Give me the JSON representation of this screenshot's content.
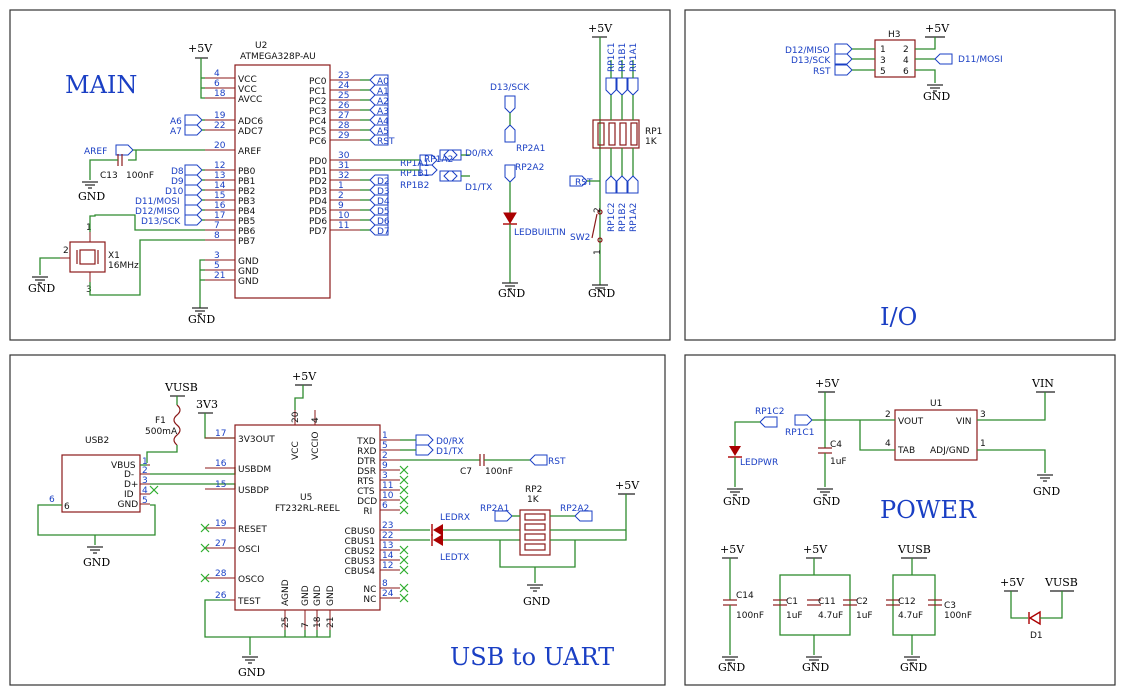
{
  "blocks": {
    "main": "MAIN",
    "io": "I/O",
    "usb": "USB to UART",
    "power": "POWER"
  },
  "u2": {
    "ref": "U2",
    "part": "ATMEGA328P-AU",
    "left_pins": [
      {
        "num": "4",
        "name": "VCC"
      },
      {
        "num": "6",
        "name": "VCC"
      },
      {
        "num": "18",
        "name": "AVCC"
      },
      {
        "num": "19",
        "name": "ADC6"
      },
      {
        "num": "22",
        "name": "ADC7"
      },
      {
        "num": "20",
        "name": "AREF"
      },
      {
        "num": "12",
        "name": "PB0"
      },
      {
        "num": "13",
        "name": "PB1"
      },
      {
        "num": "14",
        "name": "PB2"
      },
      {
        "num": "15",
        "name": "PB3"
      },
      {
        "num": "16",
        "name": "PB4"
      },
      {
        "num": "17",
        "name": "PB5"
      },
      {
        "num": "7",
        "name": "PB6"
      },
      {
        "num": "8",
        "name": "PB7"
      },
      {
        "num": "3",
        "name": "GND"
      },
      {
        "num": "5",
        "name": "GND"
      },
      {
        "num": "21",
        "name": "GND"
      }
    ],
    "right_pins": [
      {
        "num": "23",
        "name": "PC0",
        "net": "A0"
      },
      {
        "num": "24",
        "name": "PC1",
        "net": "A1"
      },
      {
        "num": "25",
        "name": "PC2",
        "net": "A2"
      },
      {
        "num": "26",
        "name": "PC3",
        "net": "A3"
      },
      {
        "num": "27",
        "name": "PC4",
        "net": "A4"
      },
      {
        "num": "28",
        "name": "PC5",
        "net": "A5"
      },
      {
        "num": "29",
        "name": "PC6",
        "net": "RST"
      },
      {
        "num": "30",
        "name": "PD0",
        "net": "RP1A1"
      },
      {
        "num": "31",
        "name": "PD1",
        "net": "RP1B1"
      },
      {
        "num": "32",
        "name": "PD2",
        "net": "D2"
      },
      {
        "num": "1",
        "name": "PD3",
        "net": "D3"
      },
      {
        "num": "2",
        "name": "PD4",
        "net": "D4"
      },
      {
        "num": "9",
        "name": "PD5",
        "net": "D5"
      },
      {
        "num": "10",
        "name": "PD6",
        "net": "D6"
      },
      {
        "num": "11",
        "name": "PD7",
        "net": "D7"
      }
    ],
    "left_nets": [
      "A6",
      "A7",
      "AREF",
      "D8",
      "D9",
      "D10",
      "D11/MOSI",
      "D12/MISO",
      "D13/SCK"
    ]
  },
  "main_misc": {
    "plus5v": "+5V",
    "gnd": "GND",
    "c13": "C13",
    "c13_val": "100nF",
    "x1": "X1",
    "x1_val": "16MHz",
    "rp1a2": "RP1A2",
    "rp1b2": "RP1B2",
    "d0rx": "D0/RX",
    "d1tx": "D1/TX",
    "d13sck": "D13/SCK",
    "rp2a1": "RP2A1",
    "rp2a2": "RP2A2",
    "ledbuiltin": "LEDBUILTIN",
    "rst": "RST",
    "sw2": "SW2",
    "rp1": "RP1",
    "rp1_val": "1K",
    "rp1_top": [
      "RP1C1",
      "RP1B1",
      "RP1A1"
    ],
    "rp1_bot": [
      "RP1C2",
      "RP1B2",
      "RP1A2"
    ]
  },
  "io": {
    "h3": "H3",
    "plus5v": "+5V",
    "gnd": "GND",
    "left_nets": [
      "D12/MISO",
      "D13/SCK",
      "RST"
    ],
    "right_net": "D11/MOSI",
    "pins_left": [
      "1",
      "3",
      "5"
    ],
    "pins_right": [
      "2",
      "4",
      "6"
    ]
  },
  "usb": {
    "vusb": "VUSB",
    "f1": "F1",
    "f1_val": "500mA",
    "v3v3": "3V3",
    "plus5v": "+5V",
    "gnd": "GND",
    "usb2": "USB2",
    "usb2_pins": [
      {
        "num": "1",
        "name": "VBUS"
      },
      {
        "num": "2",
        "name": "D-"
      },
      {
        "num": "3",
        "name": "D+"
      },
      {
        "num": "4",
        "name": "ID"
      },
      {
        "num": "5",
        "name": "GND"
      }
    ],
    "u5": "U5",
    "u5_part": "FT232RL-REEL",
    "u5_left": [
      {
        "num": "17",
        "name": "3V3OUT"
      },
      {
        "num": "16",
        "name": "USBDM"
      },
      {
        "num": "15",
        "name": "USBDP"
      },
      {
        "num": "19",
        "name": "RESET"
      },
      {
        "num": "27",
        "name": "OSCI"
      },
      {
        "num": "28",
        "name": "OSCO"
      },
      {
        "num": "26",
        "name": "TEST"
      }
    ],
    "u5_top": [
      {
        "num": "20",
        "name": "VCC"
      },
      {
        "num": "4",
        "name": "VCCIO"
      }
    ],
    "u5_right": [
      {
        "num": "1",
        "name": "TXD"
      },
      {
        "num": "5",
        "name": "RXD"
      },
      {
        "num": "2",
        "name": "DTR"
      },
      {
        "num": "9",
        "name": "DSR"
      },
      {
        "num": "3",
        "name": "RTS"
      },
      {
        "num": "11",
        "name": "CTS"
      },
      {
        "num": "10",
        "name": "DCD"
      },
      {
        "num": "6",
        "name": "RI"
      },
      {
        "num": "23",
        "name": "CBUS0"
      },
      {
        "num": "22",
        "name": "CBUS1"
      },
      {
        "num": "13",
        "name": "CBUS2"
      },
      {
        "num": "14",
        "name": "CBUS3"
      },
      {
        "num": "12",
        "name": "CBUS4"
      },
      {
        "num": "8",
        "name": "NC"
      },
      {
        "num": "24",
        "name": "NC"
      }
    ],
    "u5_bottom": [
      {
        "num": "25",
        "name": "AGND"
      },
      {
        "num": "7",
        "name": "GND"
      },
      {
        "num": "18",
        "name": "GND"
      },
      {
        "num": "21",
        "name": "GND"
      }
    ],
    "d0rx": "D0/RX",
    "d1tx": "D1/TX",
    "c7": "C7",
    "c7_val": "100nF",
    "rst": "RST",
    "ledrx": "LEDRX",
    "ledtx": "LEDTX",
    "rp2": "RP2",
    "rp2_val": "1K",
    "rp2a1": "RP2A1",
    "rp2a2": "RP2A2"
  },
  "power": {
    "plus5v": "+5V",
    "vin": "VIN",
    "vusb": "VUSB",
    "gnd": "GND",
    "rp1c2": "RP1C2",
    "rp1c1": "RP1C1",
    "ledpwr": "LEDPWR",
    "c4": "C4",
    "c4_val": "1uF",
    "u1": "U1",
    "u1_pins": [
      {
        "num": "2",
        "name": "VOUT"
      },
      {
        "num": "3",
        "name": "VIN"
      },
      {
        "num": "4",
        "name": "TAB"
      },
      {
        "num": "1",
        "name": "ADJ/GND"
      }
    ],
    "caps": [
      {
        "ref": "C14",
        "val": "100nF"
      },
      {
        "ref": "C1",
        "val": "1uF"
      },
      {
        "ref": "C11",
        "val": "4.7uF"
      },
      {
        "ref": "C2",
        "val": "1uF"
      },
      {
        "ref": "C12",
        "val": "4.7uF"
      },
      {
        "ref": "C3",
        "val": "100nF"
      }
    ],
    "d1": "D1"
  }
}
